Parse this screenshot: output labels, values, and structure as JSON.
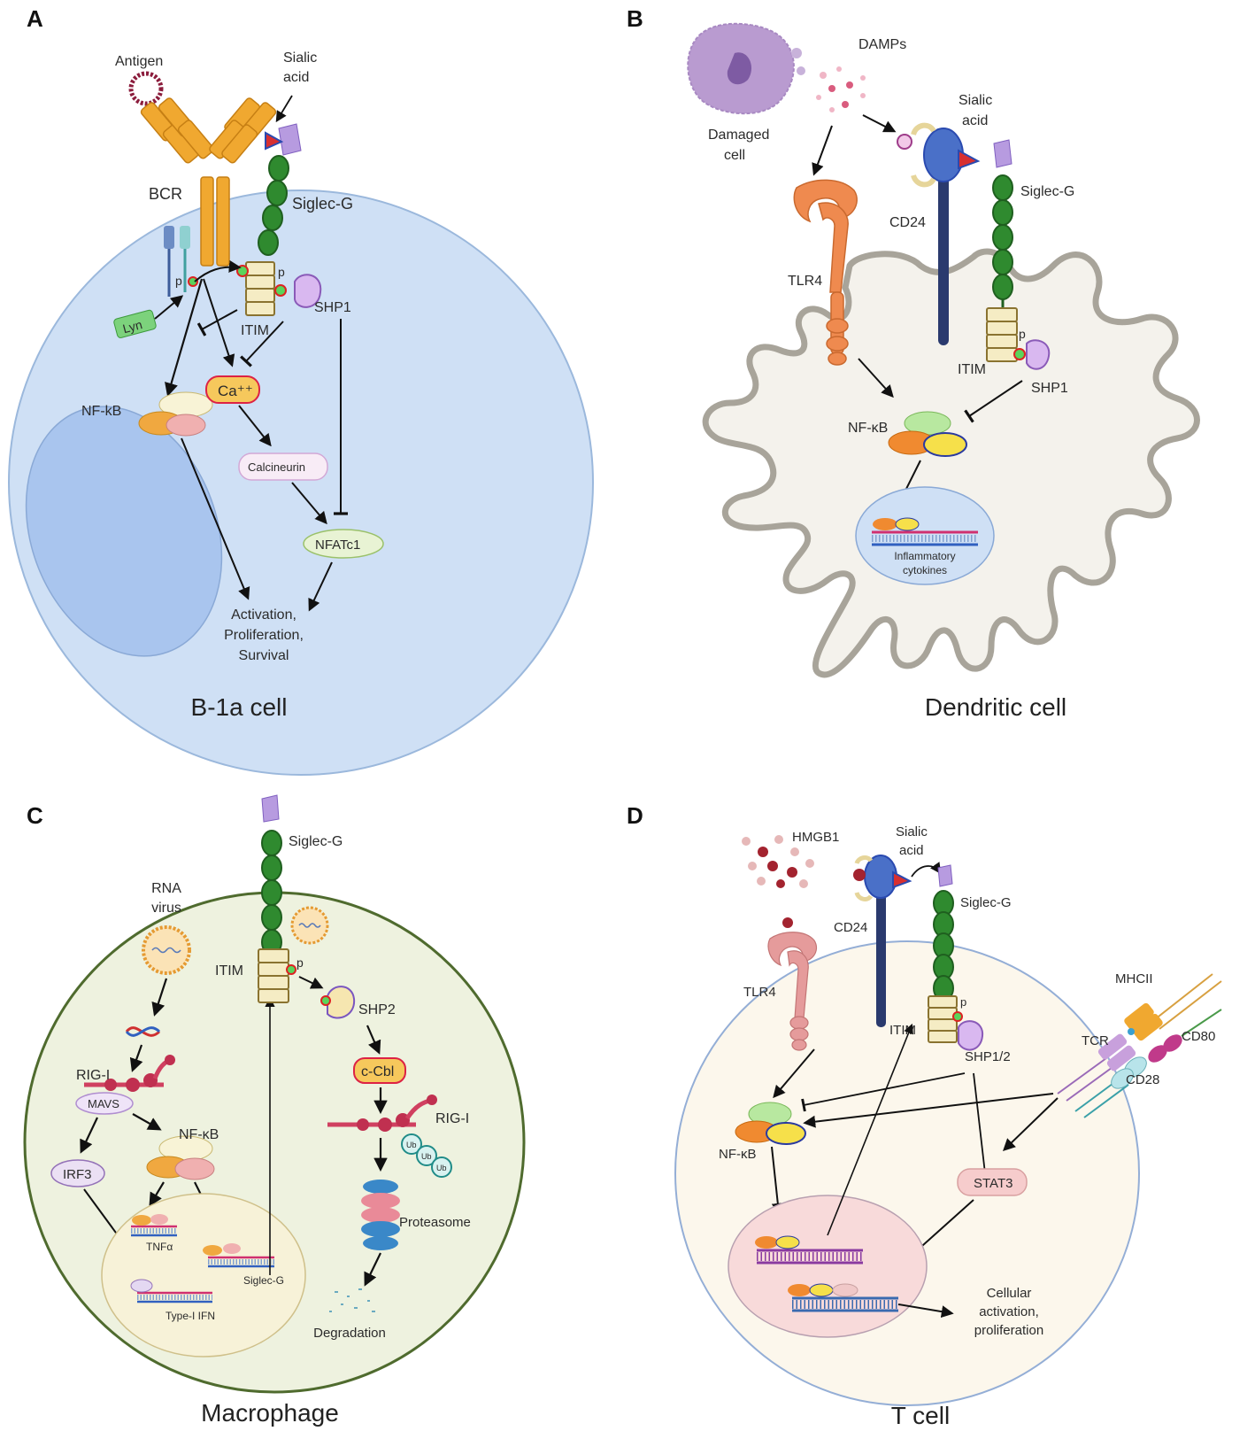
{
  "panels": {
    "a": {
      "letter": "A",
      "caption": "B-1a cell",
      "labels": {
        "antigen": "Antigen",
        "sialic1": "Sialic",
        "sialic2": "acid",
        "bcr": "BCR",
        "siglec": "Siglec-G",
        "p1": "p",
        "p2": "p",
        "lyn": "Lyn",
        "itim": "ITIM",
        "shp1": "SHP1",
        "nfkb": "NF-kB",
        "ca": "Ca⁺⁺",
        "calcineurin": "Calcineurin",
        "nfatc1": "NFATc1",
        "out1": "Activation,",
        "out2": "Proliferation,",
        "out3": "Survival"
      }
    },
    "b": {
      "letter": "B",
      "caption": "Dendritic cell",
      "labels": {
        "damps": "DAMPs",
        "damaged1": "Damaged",
        "damaged2": "cell",
        "sialic1": "Sialic",
        "sialic2": "acid",
        "siglec": "Siglec-G",
        "cd24": "CD24",
        "tlr4": "TLR4",
        "p": "p",
        "itim": "ITIM",
        "shp1": "SHP1",
        "nfkb": "NF-κB",
        "infl1": "Inflammatory",
        "infl2": "cytokines"
      }
    },
    "c": {
      "letter": "C",
      "caption": "Macrophage",
      "labels": {
        "siglec": "Siglec-G",
        "rna1": "RNA",
        "rna2": "virus",
        "itim": "ITIM",
        "p": "p",
        "shp2": "SHP2",
        "rigi1": "RIG-I",
        "mavs": "MAVS",
        "nfkb": "NF-κB",
        "ccbl": "c-Cbl",
        "rigi2": "RIG-I",
        "irf3": "IRF3",
        "proteasome": "Proteasome",
        "tnfa": "TNFα",
        "siglecg_gene": "Siglec-G",
        "ifn": "Type-I IFN",
        "degradation": "Degradation",
        "ub": "Ub"
      }
    },
    "d": {
      "letter": "D",
      "caption": "T cell",
      "labels": {
        "hmgb1": "HMGB1",
        "sialic1": "Sialic",
        "sialic2": "acid",
        "cd24": "CD24",
        "siglec": "Siglec-G",
        "tlr4": "TLR4",
        "mhcii": "MHCII",
        "itim": "ITIM",
        "p": "p",
        "shp12": "SHP1/2",
        "tcr": "TCR",
        "cd80": "CD80",
        "cd28": "CD28",
        "nfkb": "NF-κB",
        "stat3": "STAT3",
        "cell1": "Cellular",
        "cell2": "activation,",
        "cell3": "proliferation"
      }
    }
  },
  "colors": {
    "bcell_fill": "#cfe0f5",
    "bcell_stroke": "#9bb8dc",
    "nucleus": "#a9c5ee",
    "bcr": "#f0a830",
    "siglec_green": "#2f8a2f",
    "siglec_dark": "#1f5f1f",
    "sialic_purple": "#b79be0",
    "itim_fill": "#f5ecc4",
    "itim_stroke": "#8a7330",
    "dc_fill": "#f4f2ec",
    "dc_stroke": "#a8a49a",
    "macro_fill": "#eef2df",
    "macro_stroke": "#4f6b2e",
    "tcell_fill": "#fcf7ec",
    "tcell_stroke": "#94aed6",
    "cd24": "#2a3a6e",
    "cd24_head": "#4a70c8",
    "tlr4": "#ef8a4f",
    "tlr4_pink": "#e59b9b"
  }
}
